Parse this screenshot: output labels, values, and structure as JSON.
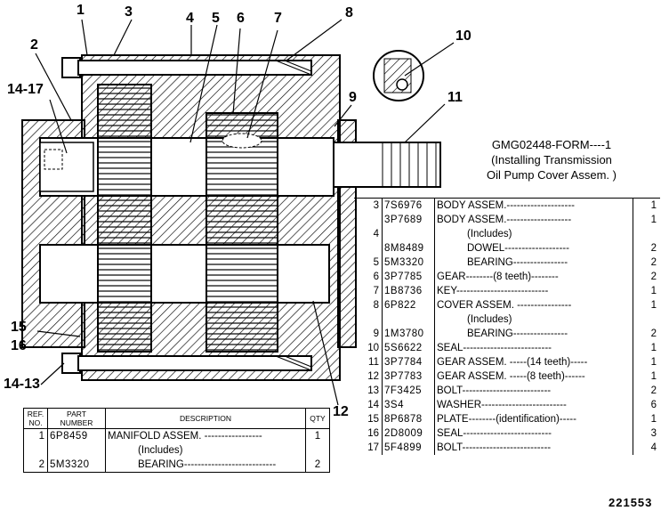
{
  "callouts": {
    "c1": "1",
    "c2": "2",
    "c3": "3",
    "c4": "4",
    "c5": "5",
    "c6": "6",
    "c7": "7",
    "c8": "8",
    "c9": "9",
    "c10": "10",
    "c11": "11",
    "c12": "12",
    "c15": "15",
    "c16": "16",
    "c14_17": "14-17",
    "c14_13": "14-13"
  },
  "note": {
    "line1": "GMG02448-FORM----1",
    "line2": "(Installing Transmission",
    "line3": "Oil Pump Cover Assem. )"
  },
  "left_table": {
    "headers": {
      "ref": "REF. NO.",
      "part": "PART NUMBER",
      "desc": "DESCRIPTION",
      "qty": "QTY"
    },
    "rows": [
      {
        "ref": "1",
        "part": "6P8459",
        "desc": "MANIFOLD ASSEM. -----------------",
        "qty": "1"
      },
      {
        "ref": "",
        "part": "",
        "desc": "(Includes)",
        "qty": ""
      },
      {
        "ref": "2",
        "part": "5M3320",
        "desc": "BEARING---------------------------",
        "qty": "2"
      }
    ]
  },
  "right_table": {
    "rows": [
      {
        "ref": "3",
        "part": "7S6976",
        "desc": "BODY ASSEM.--------------------",
        "qty": "1"
      },
      {
        "ref": "",
        "part": "3P7689",
        "desc": "BODY ASSEM.-------------------",
        "qty": "1"
      },
      {
        "ref": "4",
        "part": "",
        "desc": "(Includes)",
        "qty": ""
      },
      {
        "ref": "",
        "part": "8M8489",
        "desc": "DOWEL-------------------",
        "qty": "2"
      },
      {
        "ref": "5",
        "part": "5M3320",
        "desc": "BEARING----------------",
        "qty": "2"
      },
      {
        "ref": "6",
        "part": "3P7785",
        "desc": "GEAR--------(8 teeth)--------",
        "qty": "2"
      },
      {
        "ref": "7",
        "part": "1B8736",
        "desc": "KEY---------------------------",
        "qty": "1"
      },
      {
        "ref": "8",
        "part": "6P822",
        "desc": "COVER ASSEM. ----------------",
        "qty": "1"
      },
      {
        "ref": "",
        "part": "",
        "desc": "(Includes)",
        "qty": ""
      },
      {
        "ref": "9",
        "part": "1M3780",
        "desc": "BEARING----------------",
        "qty": "2"
      },
      {
        "ref": "10",
        "part": "5S6622",
        "desc": "SEAL--------------------------",
        "qty": "1"
      },
      {
        "ref": "11",
        "part": "3P7784",
        "desc": "GEAR ASSEM. -----(14 teeth)-----",
        "qty": "1"
      },
      {
        "ref": "12",
        "part": "3P7783",
        "desc": "GEAR ASSEM. -----(8 teeth)------",
        "qty": "1"
      },
      {
        "ref": "13",
        "part": "7F3425",
        "desc": "BOLT--------------------------",
        "qty": "2"
      },
      {
        "ref": "14",
        "part": "3S4",
        "desc": "WASHER-------------------------",
        "qty": "6"
      },
      {
        "ref": "15",
        "part": "8P6878",
        "desc": "PLATE--------(identification)-----",
        "qty": "1"
      },
      {
        "ref": "16",
        "part": "2D8009",
        "desc": "SEAL--------------------------",
        "qty": "3"
      },
      {
        "ref": "17",
        "part": "5F4899",
        "desc": "BOLT--------------------------",
        "qty": "4"
      }
    ]
  },
  "figure_ref": "221553"
}
